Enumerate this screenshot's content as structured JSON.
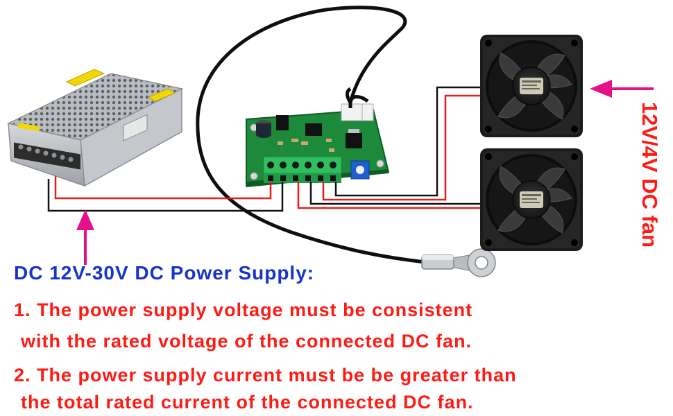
{
  "colors": {
    "heading": "#1733c8",
    "note": "#ff1a14",
    "arrow": "#e8108a",
    "wire_red": "#e41e1e",
    "wire_black": "#111111",
    "board_green": "#1c8a3a",
    "terminal_green": "#2fbf5f"
  },
  "icons": {
    "power_supply": "power-supply-icon",
    "controller_board": "controller-board-icon",
    "temperature_probe": "temperature-probe-icon",
    "fan": "fan-icon",
    "arrow": "arrow-icon"
  },
  "heading": "DC 12V-30V DC Power Supply:",
  "notes": [
    {
      "line1": "1. The power supply voltage must be consistent",
      "line2": " with the rated voltage of the connected DC fan."
    },
    {
      "line1": "2. The power supply current must be be greater than",
      "line2": " the total rated current of the connected DC fan."
    }
  ],
  "fan_label": "12V/4V DC fan"
}
